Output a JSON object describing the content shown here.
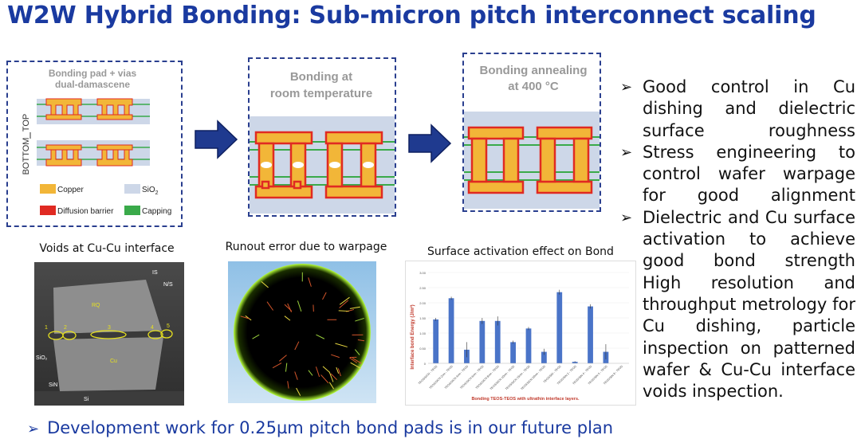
{
  "title": "W2W Hybrid Bonding: Sub-micron pitch interconnect scaling",
  "panel1": {
    "heading_line1": "Bonding pad + vias",
    "heading_line2": "dual-damascene",
    "side_top": "TOP",
    "side_bottom": "BOTTOM",
    "legend": [
      {
        "label": "Copper",
        "color": "#f2b638"
      },
      {
        "label": "SiO",
        "sub": "2",
        "color": "#cdd7e8"
      },
      {
        "label": "Diffusion barrier",
        "color": "#e02a22"
      },
      {
        "label": "Capping",
        "color": "#3aaa4a"
      }
    ]
  },
  "panel2": {
    "heading_line1": "Bonding at",
    "heading_line2": "room temperature"
  },
  "panel3": {
    "heading_line1": "Bonding annealing",
    "heading_line2": "at 400 °C"
  },
  "bullets": [
    {
      "text": "Good control in Cu dishing and dielectric surface roughness",
      "marker": "➢"
    },
    {
      "text": "Stress engineering to control wafer warpage for good alignment",
      "marker": "➢"
    },
    {
      "text": "Dielectric and Cu surface activation to achieve good bond strength",
      "marker": "➢"
    },
    {
      "text": "High resolution and throughput metrology for Cu dishing, particle inspection on patterned wafer & Cu-Cu interface voids inspection.",
      "marker": ""
    }
  ],
  "captions": {
    "voids": "Voids at Cu-Cu interface",
    "runout": "Runout error due to warpage",
    "surface_line1": "Surface activation effect on Bond",
    "surface_line2": "strength"
  },
  "sem_labels": {
    "is": "IS",
    "ns": "N/S",
    "rq": "RQ",
    "sio2": "SiO₂",
    "cu": "Cu",
    "sin": "SiN",
    "si": "Si",
    "n1": "1",
    "n2": "2",
    "n3": "3",
    "n4": "4",
    "n5": "5"
  },
  "footer": {
    "marker": "➢",
    "text": "Development work for 0.25µm pitch bond pads is in our future plan"
  },
  "chart_data": {
    "type": "bar",
    "ylabel": "Interface bond Energy (J/m²)",
    "xlabel": "Bonding TEOS-TEOS with ultrathin interface layers.",
    "ylim": [
      0,
      3.0
    ],
    "yticks": [
      "0",
      "0.50",
      "1.00",
      "1.50",
      "2.00",
      "2.50",
      "3.00"
    ],
    "categories": [
      "TEOS/SiCN - TEOS",
      "TEOS/SiCN 2nm - TEOS",
      "TEOS/SiCN 4nm - TEOS",
      "TEOS/SiCN 6nm - TEOS",
      "TEOS/SiCN 8nm - TEOS",
      "TEOS/SiCN 10nm - TEOS",
      "TEOS/SiCN 15nm - TEOS",
      "TEOS/SiCN 20nm - TEOS",
      "TEOS/SiN - TEOS",
      "TEOS/SiN 2 - TEOS",
      "TEOS/SiN 4 - TEOS",
      "TEOS/SiN 6 - TEOS",
      "TEOS/SiN 8 - TEOS"
    ],
    "values": [
      1.45,
      2.15,
      0.45,
      1.4,
      1.4,
      0.7,
      1.15,
      0.38,
      2.35,
      0.05,
      1.88,
      0.38,
      0.0
    ],
    "errors": [
      0.05,
      0.05,
      0.25,
      0.1,
      0.15,
      0.05,
      0.05,
      0.1,
      0.08,
      0.02,
      0.07,
      0.25,
      0.0
    ],
    "color": "#4a74c8"
  }
}
